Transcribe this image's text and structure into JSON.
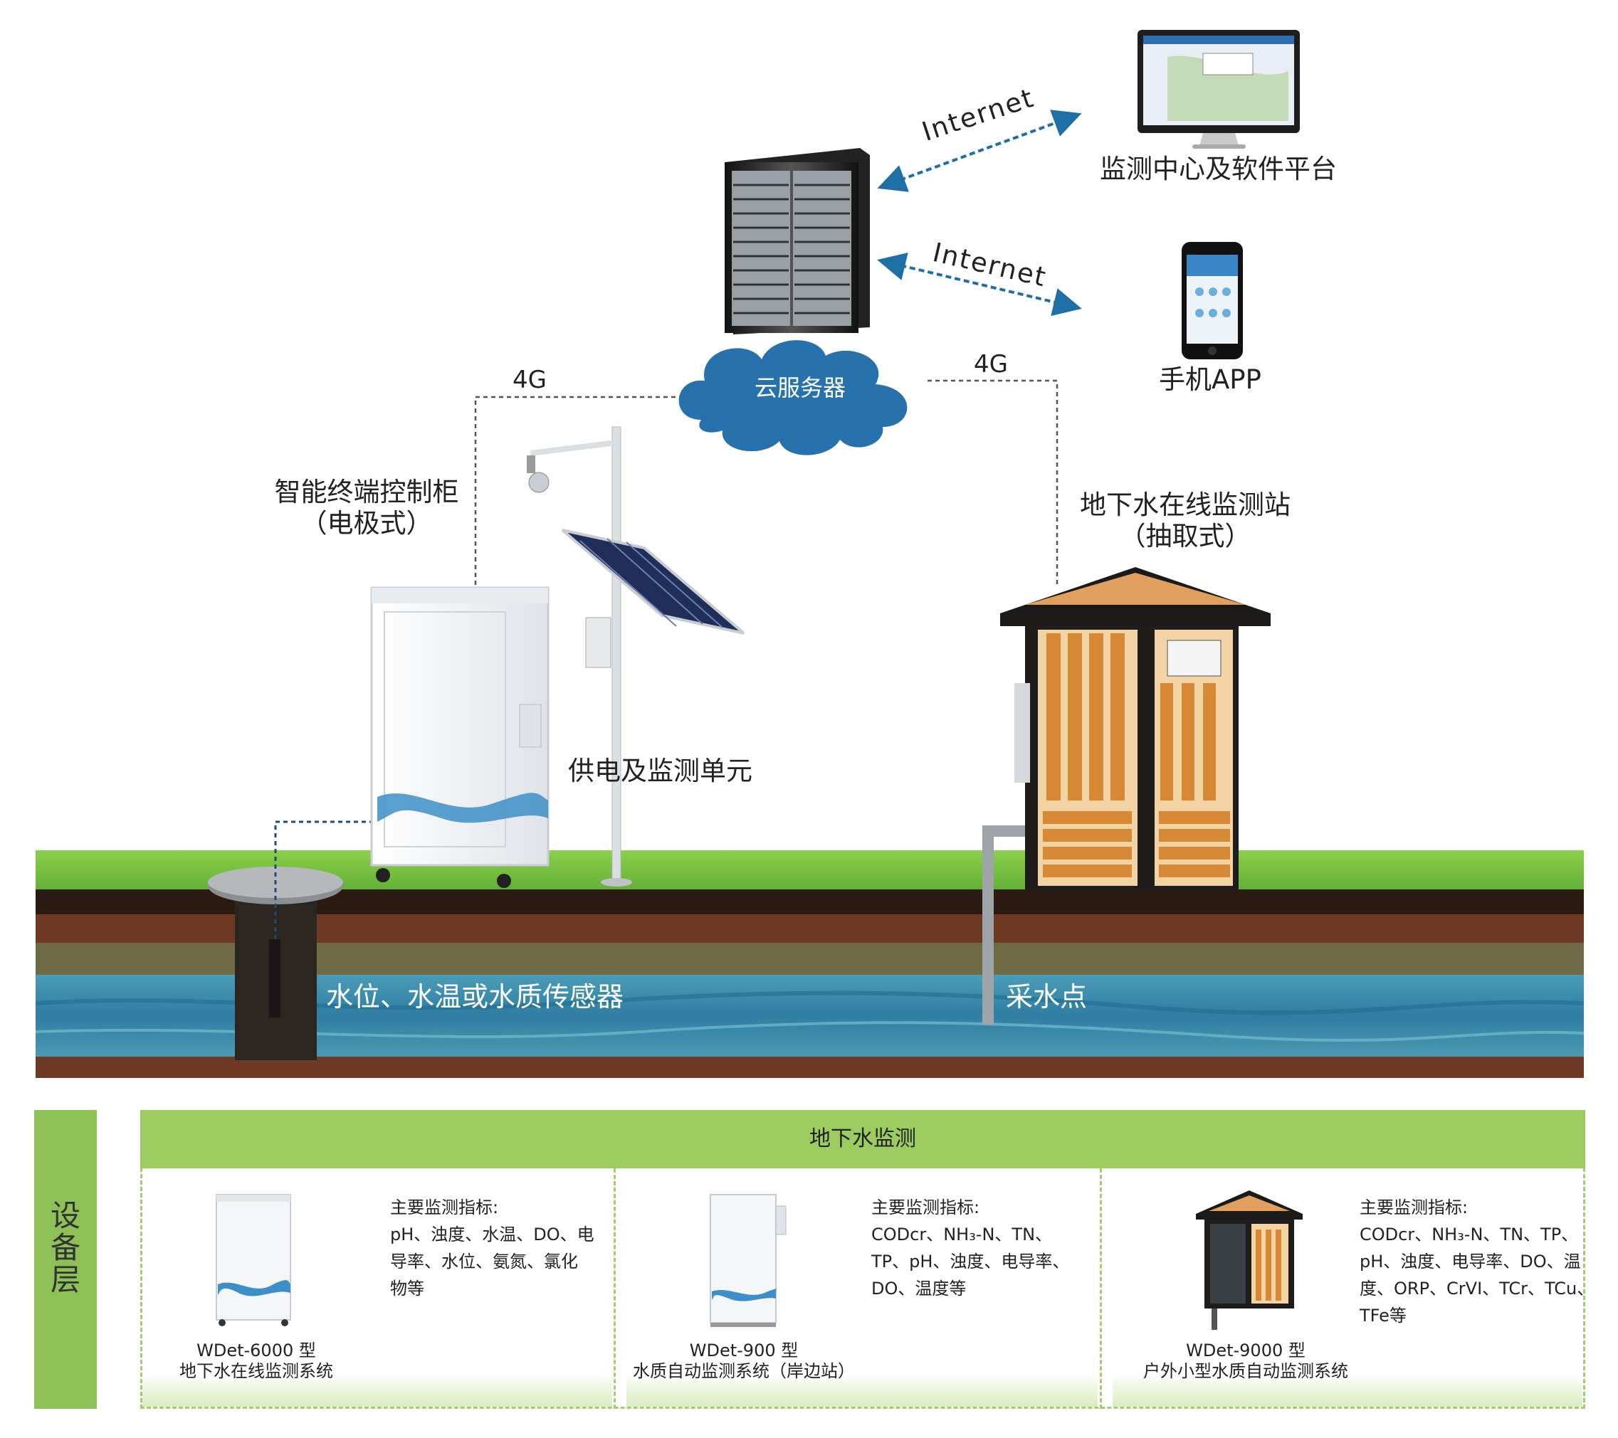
{
  "diagram": {
    "internet_label_1": "Internet",
    "internet_label_2": "Internet",
    "monitor_center_label": "监测中心及软件平台",
    "mobile_app_label": "手机APP",
    "cloud_label": "云服务器",
    "link_4g_left": "4G",
    "link_4g_right": "4G",
    "cabinet_label_line1": "智能终端控制柜",
    "cabinet_label_line2": "（电极式）",
    "station_label_line1": "地下水在线监测站",
    "station_label_line2": "（抽取式）",
    "power_unit_label": "供电及监测单元",
    "sensor_label": "水位、水温或水质传感器",
    "sampling_point_label": "采水点"
  },
  "equipment_layer": {
    "side_label": [
      "设",
      "备",
      "层"
    ],
    "header": "地下水监测",
    "products": [
      {
        "indicators_title": "主要监测指标:",
        "indicators_lines": [
          "pH、浊度、水温、DO、电",
          "导率、水位、氨氮、氯化",
          "物等"
        ],
        "model": "WDet-6000 型",
        "name": "地下水在线监测系统"
      },
      {
        "indicators_title": "主要监测指标:",
        "indicators_lines": [
          "CODcr、NH₃-N、TN、",
          "TP、pH、浊度、电导率、",
          "DO、温度等"
        ],
        "model": "WDet-900 型",
        "name": "水质自动监测系统（岸边站）"
      },
      {
        "indicators_title": "主要监测指标:",
        "indicators_lines": [
          "CODcr、NH₃-N、TN、TP、",
          "pH、浊度、电导率、DO、温",
          "度、ORP、CrVI、TCr、TCu、",
          "TFe等"
        ],
        "model": "WDet-9000 型",
        "name": "户外小型水质自动监测系统"
      }
    ]
  },
  "colors": {
    "accent_green": "#9ccb5f",
    "arrow_blue": "#1d6fa5",
    "cloud_blue": "#2771ad",
    "water_blue": "#3a8fb3"
  }
}
